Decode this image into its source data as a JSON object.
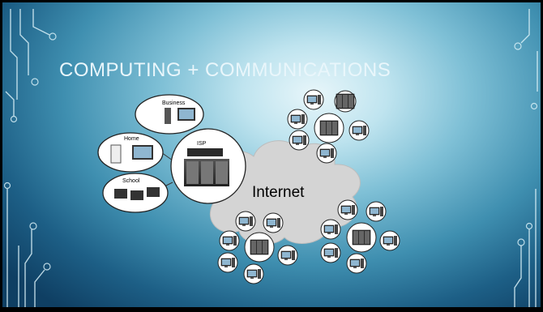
{
  "slide": {
    "title": "COMPUTING + COMMUNICATIONS"
  },
  "diagram": {
    "cloud_label": "Internet",
    "isp_label": "ISP",
    "endpoints": [
      "Business",
      "Home",
      "School"
    ]
  },
  "colors": {
    "background_center": "#e8f6fa",
    "background_edge": "#0f3f63",
    "cloud": "#d4d4d4",
    "bubble_fill": "#ffffff",
    "title": "#e9f6fb"
  }
}
